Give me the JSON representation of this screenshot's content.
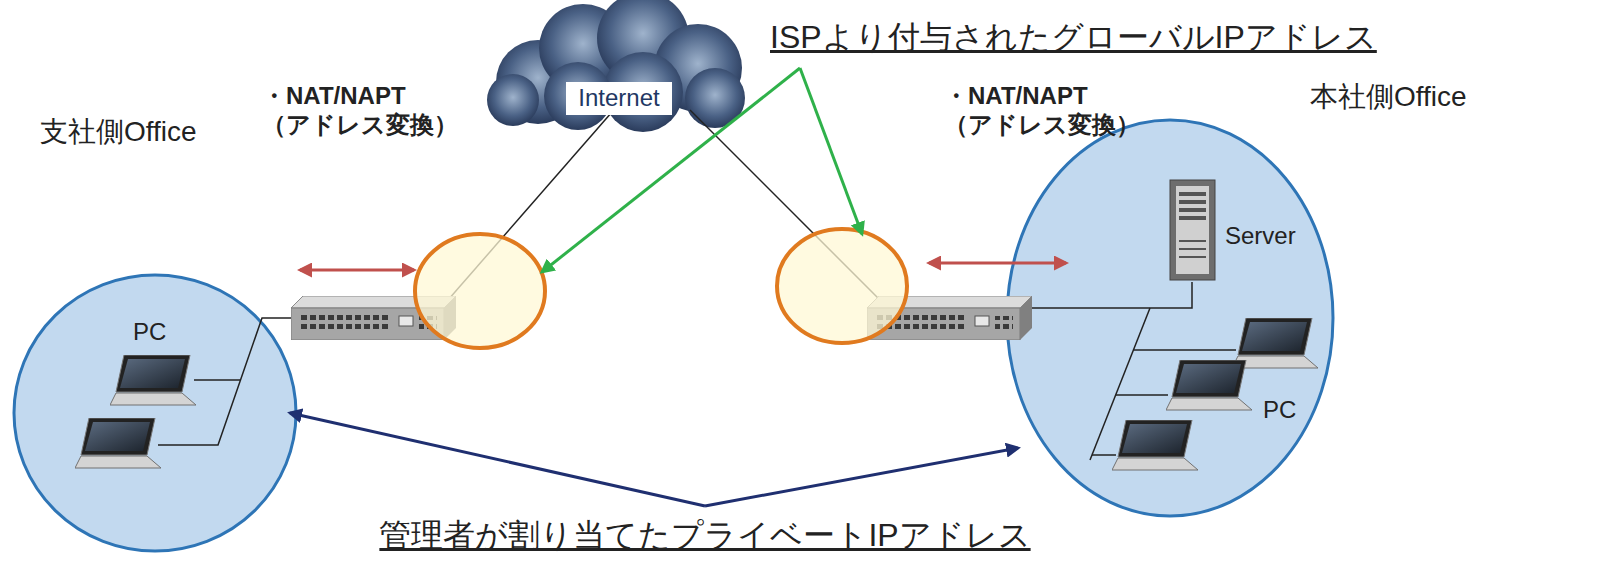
{
  "diagram": {
    "nodes": [
      {
        "text": [
          "Internet"
        ]
      },
      {
        "text": [
          "支社側Office",
          "PC"
        ]
      },
      {
        "text": [
          "本社側Office",
          "Server",
          "PC"
        ]
      }
    ],
    "labels": [
      "ISPより付与されたグローバルIPアドレス",
      "・NAT/NAPT （アドレス変換）",
      "・NAT/NAPT （アドレス変換）",
      "管理者が割り当てたプライベートIPアドレス"
    ]
  }
}
